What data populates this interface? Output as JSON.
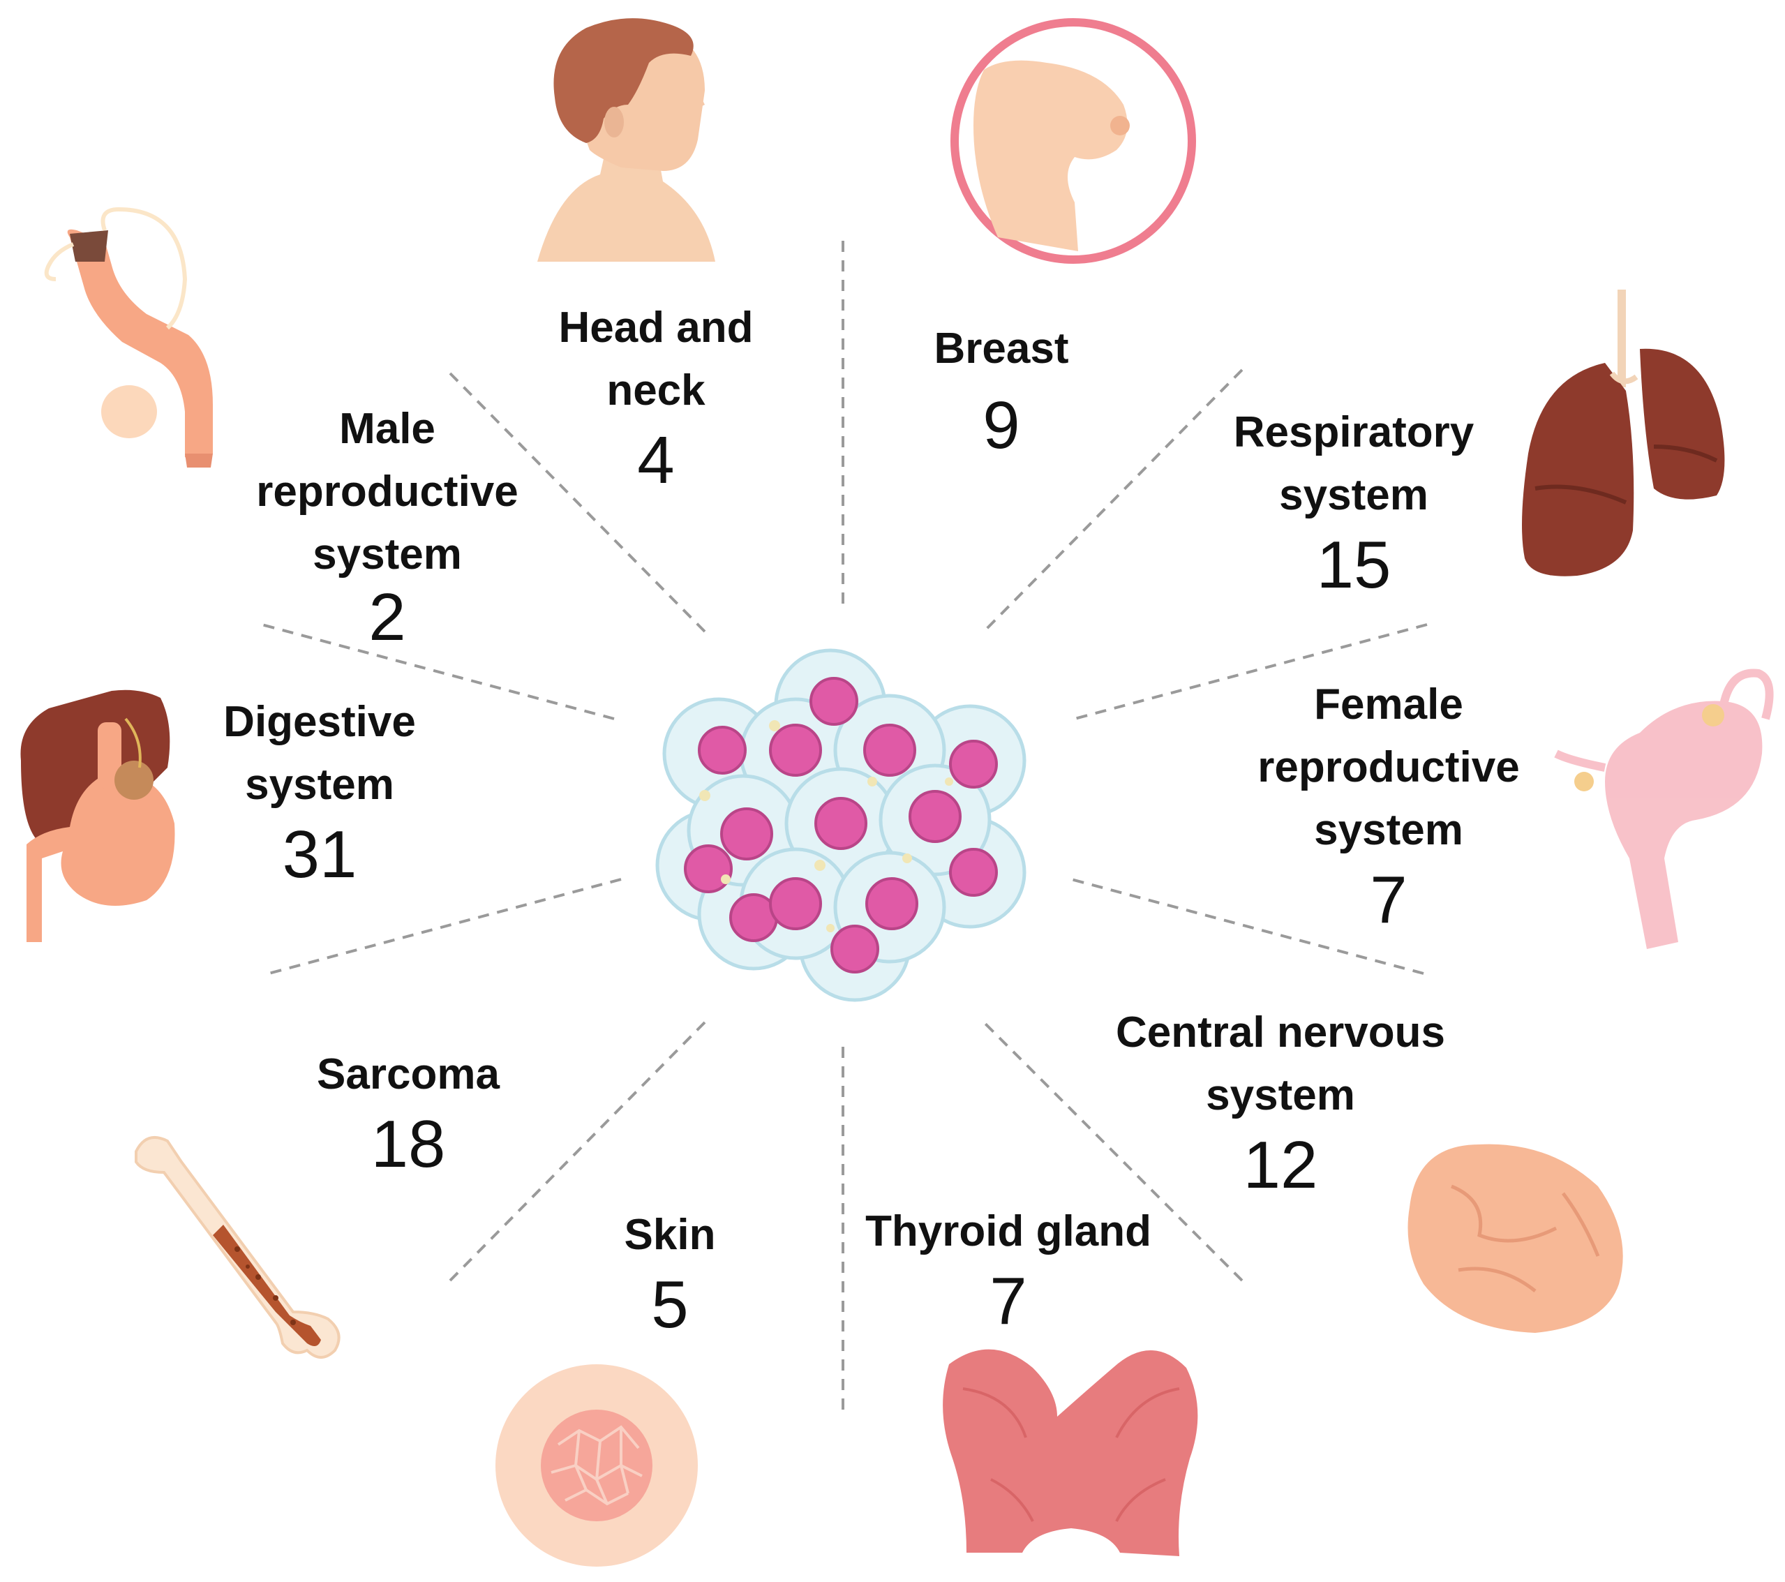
{
  "categories": [
    {
      "id": "head-and-neck",
      "name": "Head and\nneck",
      "count": "4",
      "icon": "head-profile-icon"
    },
    {
      "id": "breast",
      "name": "Breast",
      "count": "9",
      "icon": "breast-icon"
    },
    {
      "id": "respiratory",
      "name": "Respiratory\nsystem",
      "count": "15",
      "icon": "lungs-icon"
    },
    {
      "id": "female-reproductive",
      "name": "Female\nreproductive\nsystem",
      "count": "7",
      "icon": "uterus-icon"
    },
    {
      "id": "central-nervous",
      "name": "Central nervous\nsystem",
      "count": "12",
      "icon": "brain-icon"
    },
    {
      "id": "thyroid",
      "name": "Thyroid gland",
      "count": "7",
      "icon": "thyroid-icon"
    },
    {
      "id": "skin",
      "name": "Skin",
      "count": "5",
      "icon": "skin-lesion-icon"
    },
    {
      "id": "sarcoma",
      "name": "Sarcoma",
      "count": "18",
      "icon": "bone-icon"
    },
    {
      "id": "digestive",
      "name": "Digestive\nsystem",
      "count": "31",
      "icon": "stomach-liver-icon"
    },
    {
      "id": "male-reproductive",
      "name": "Male\nreproductive\nsystem",
      "count": "2",
      "icon": "male-reproductive-icon"
    }
  ],
  "center_icon": "tumor-cell-cluster-icon",
  "colors": {
    "divider": "#9a9a9a",
    "cell_membrane": "#d8eef4",
    "cell_nucleus": "#e05aa6",
    "organ_red": "#8e3a2c",
    "skin_tone": "#f6c9a8",
    "pink_ring": "#ef7d8f"
  }
}
